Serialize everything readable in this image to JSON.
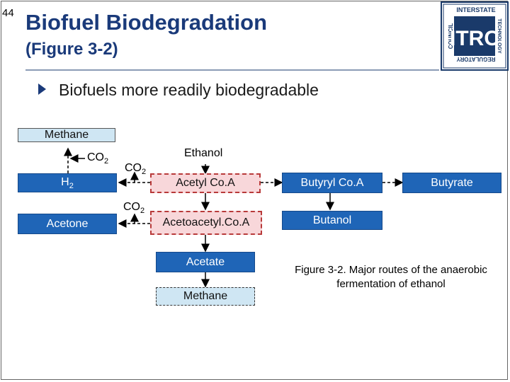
{
  "slide": {
    "number": "44",
    "title": "Biofuel Biodegradation",
    "subtitle": "(Figure 3-2)",
    "bullet": "Biofuels more readily biodegradable"
  },
  "logo": {
    "main_text": "ITRC",
    "top_text": "INTERSTATE",
    "right_text": "TECHNOLOGY",
    "bottom_text": "REGULATORY",
    "left_text": "COUNCIL"
  },
  "diagram": {
    "methane_top": "Methane",
    "h2": "H",
    "h2_sub": "2",
    "acetone": "Acetone",
    "co2": "CO",
    "co2_sub": "2",
    "ethanol": "Ethanol",
    "acetyl_coa": "Acetyl Co.A",
    "acetoacetyl_coa": "Acetoacetyl.Co.A",
    "acetate": "Acetate",
    "methane_bottom": "Methane",
    "butyryl_coa": "Butyryl Co.A",
    "butyrate": "Butyrate",
    "butanol": "Butanol"
  },
  "caption": "Figure 3-2. Major routes of the anaerobic fermentation of ethanol",
  "colors": {
    "title": "#1a3a7a",
    "blue_box": "#1f65b7",
    "pink_box": "#f8d7da",
    "light_box": "#cfe6f3"
  }
}
